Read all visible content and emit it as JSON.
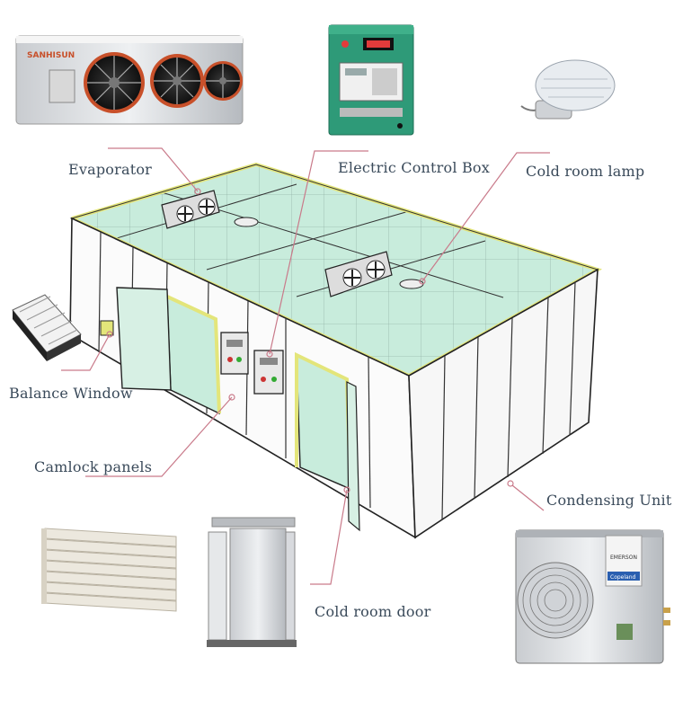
{
  "labels": {
    "evaporator": "Evaporator",
    "electric_control_box": "Electric Control Box",
    "cold_room_lamp": "Cold room lamp",
    "balance_window": "Balance Window",
    "camlock_panels": "Camlock panels",
    "condensing_unit": "Condensing Unit",
    "cold_room_door": "Cold room door"
  },
  "product_text": {
    "evaporator_brand": "SANHISUN",
    "condenser_brand": "EMERSON",
    "condenser_badge": "Copeland"
  },
  "colors": {
    "label_text": "#3a4a5a",
    "leader_line": "#c97a8a",
    "ceiling_glass": "#c8ecdc",
    "frame_yellow": "#e3e57a",
    "wall_fill": "#fbfbfb",
    "outline": "#222222",
    "control_box_green": "#2e9a78"
  }
}
